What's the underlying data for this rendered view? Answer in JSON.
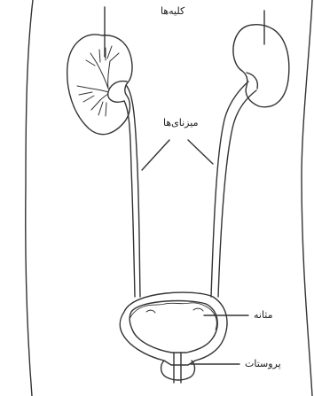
{
  "labels": {
    "kidneys": "کلیه‌ها",
    "ureters": "میزنای‌ها",
    "bladder": "مثانه",
    "prostate": "پروستات"
  },
  "colors": {
    "ink": "#333333",
    "background": "#ffffff"
  }
}
